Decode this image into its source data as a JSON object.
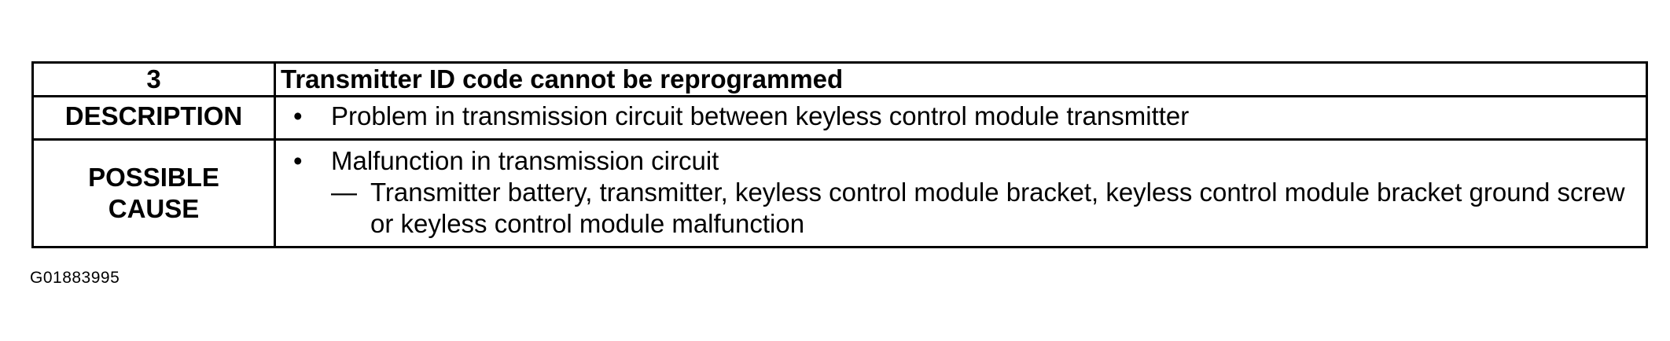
{
  "table": {
    "header": {
      "number": "3",
      "title": "Transmitter ID code cannot be reprogrammed"
    },
    "description": {
      "label": "DESCRIPTION",
      "bullet": "•",
      "text": "Problem in transmission circuit between keyless control module transmitter"
    },
    "possible_cause": {
      "label_line1": "POSSIBLE",
      "label_line2": "CAUSE",
      "bullet": "•",
      "text": "Malfunction in transmission circuit",
      "dash": "—",
      "sub_text": "Transmitter battery, transmitter, keyless control module bracket, keyless control module bracket ground screw or keyless control module malfunction"
    }
  },
  "figure_id": "G01883995"
}
